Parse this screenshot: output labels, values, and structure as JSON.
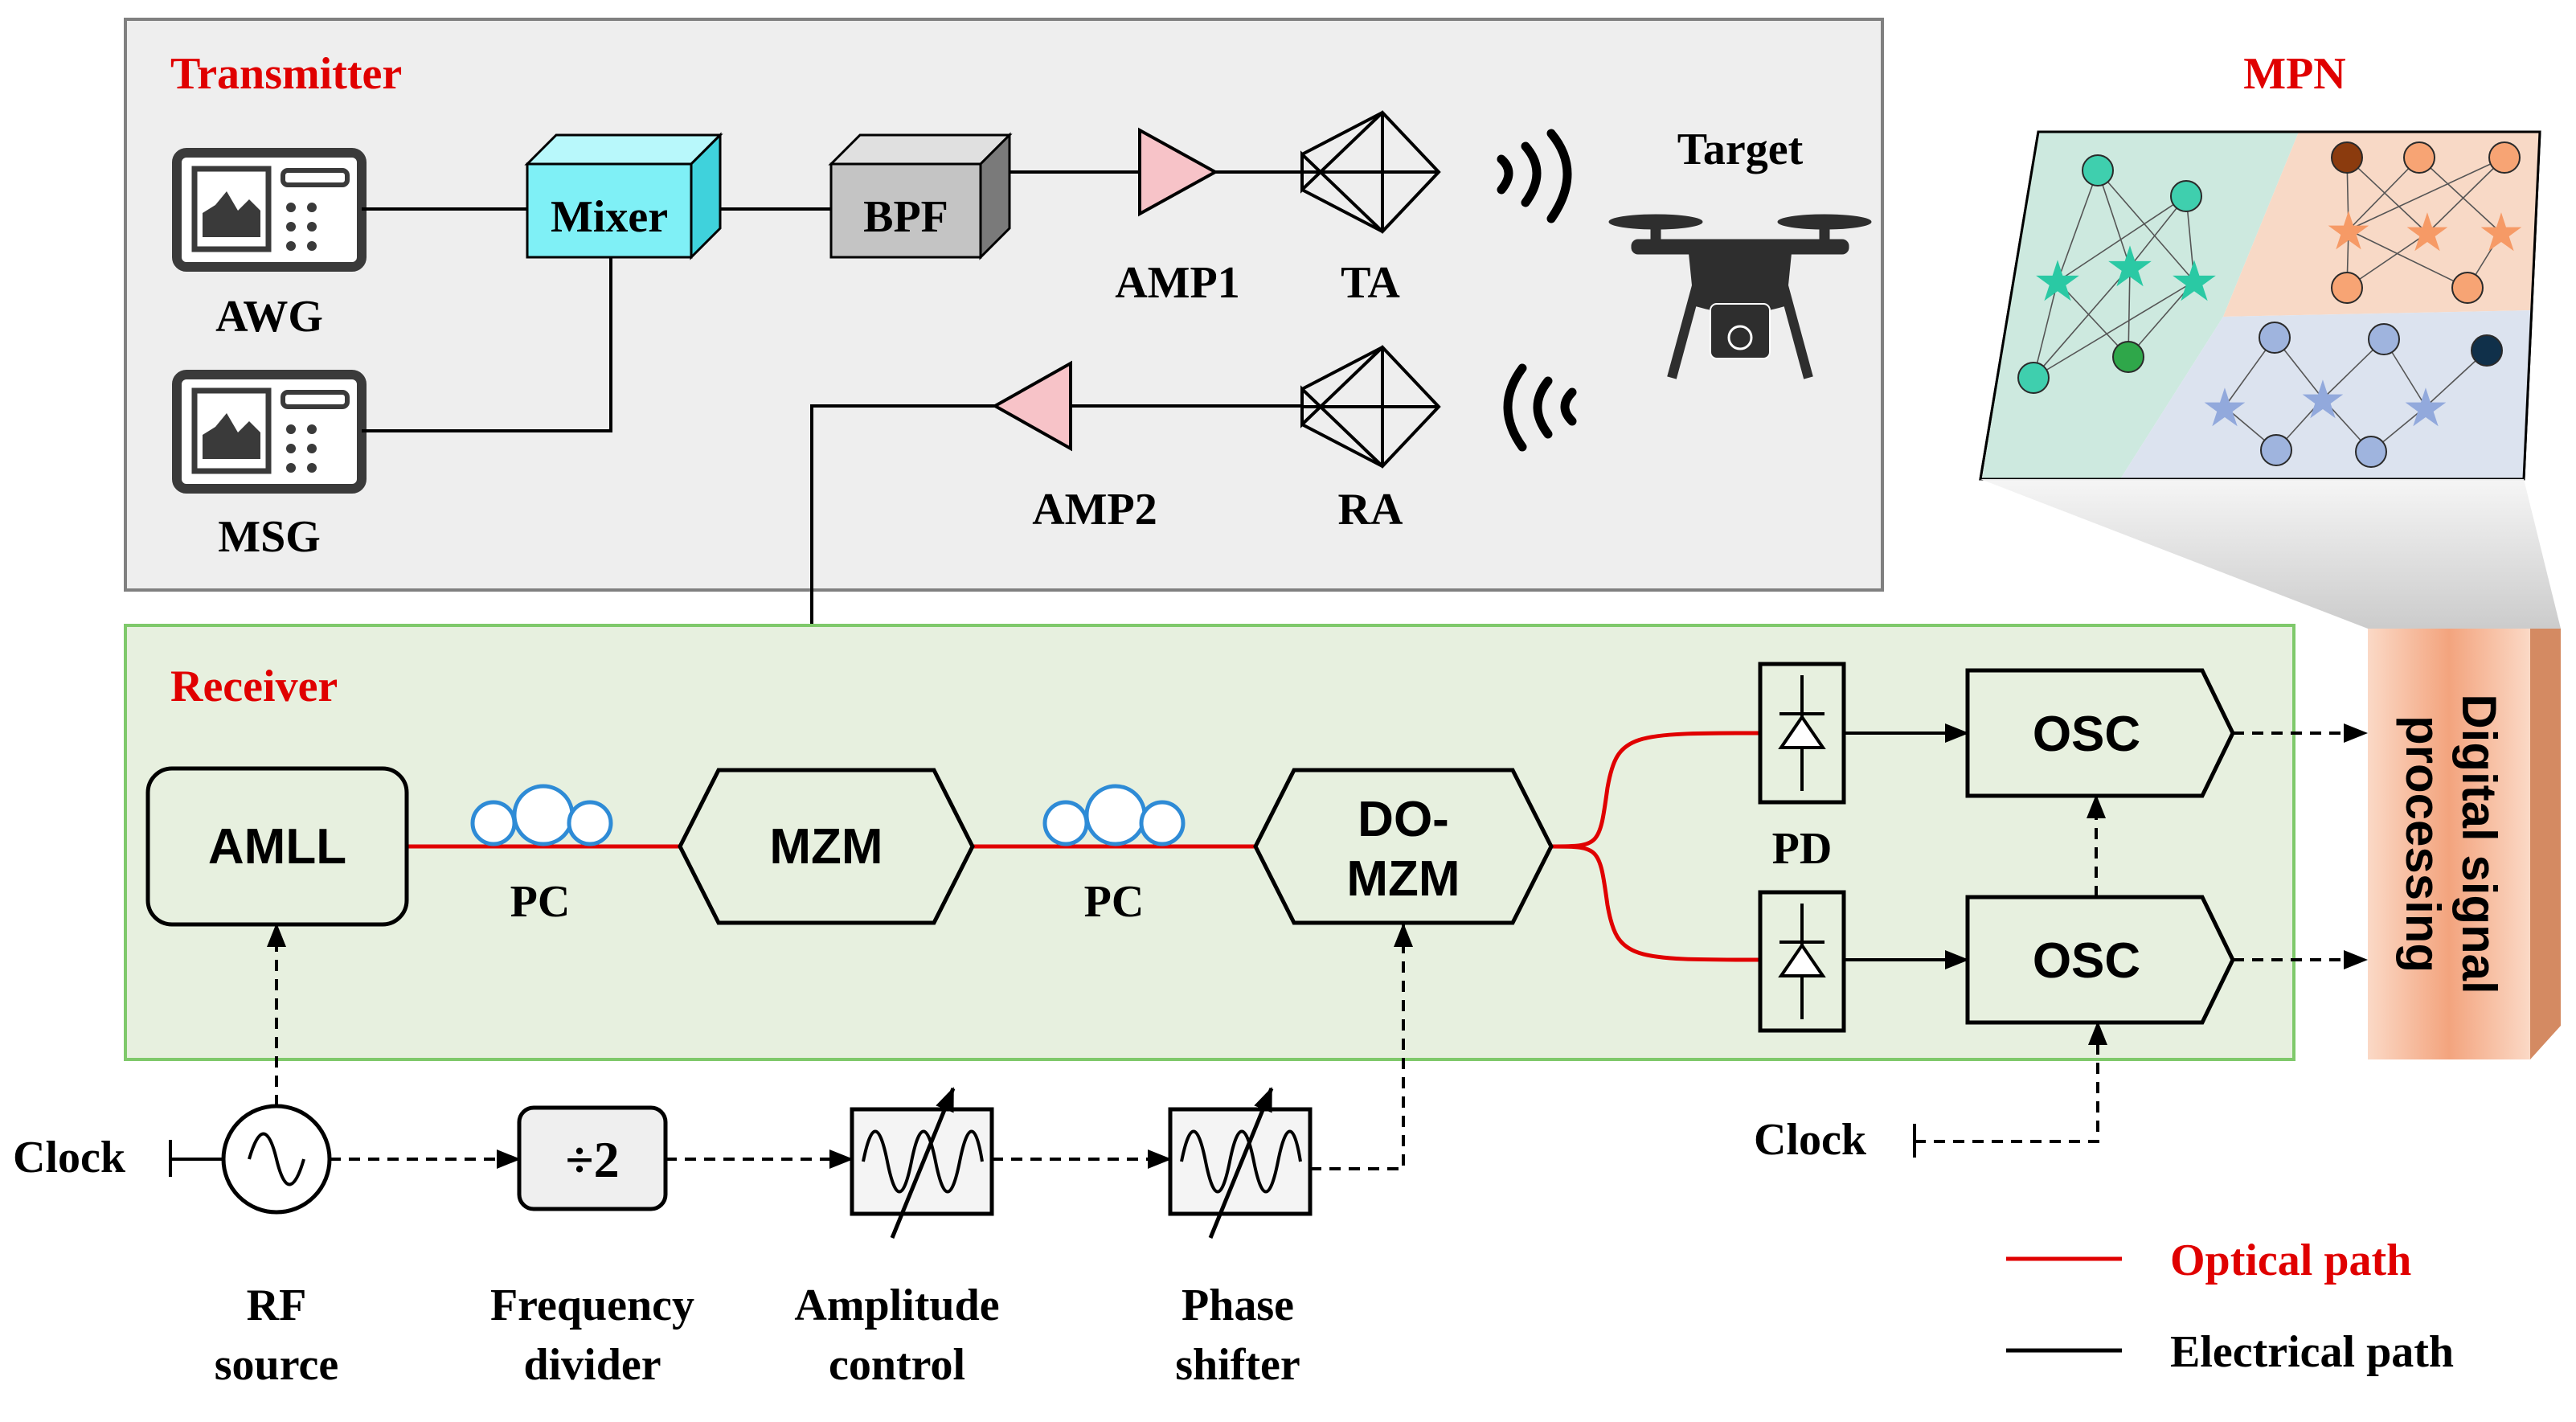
{
  "transmitter": {
    "title": "Transmitter",
    "awg_label": "AWG",
    "msg_label": "MSG",
    "mixer_label": "Mixer",
    "bpf_label": "BPF",
    "amp1_label": "AMP1",
    "amp2_label": "AMP2",
    "ta_label": "TA",
    "ra_label": "RA",
    "target_label": "Target"
  },
  "mpn": {
    "title": "MPN"
  },
  "receiver": {
    "title": "Receiver",
    "amll_label": "AMLL",
    "pc1_label": "PC",
    "pc2_label": "PC",
    "mzm_label": "MZM",
    "domzm_line1": "DO-",
    "domzm_line2": "MZM",
    "pd_label": "PD",
    "osc1_label": "OSC",
    "osc2_label": "OSC"
  },
  "dsp": {
    "line1": "Digital signal",
    "line2": "processing"
  },
  "bottom": {
    "clock_left": "Clock",
    "clock_right": "Clock",
    "divider_symbol": "÷2",
    "rf_line1": "RF",
    "rf_line2": "source",
    "freq_line1": "Frequency",
    "freq_line2": "divider",
    "amp_line1": "Amplitude",
    "amp_line2": "control",
    "phase_line1": "Phase",
    "phase_line2": "shifter"
  },
  "legend": {
    "optical": "Optical path",
    "electrical": "Electrical path"
  },
  "colors": {
    "title_red": "#e00000",
    "optical_red": "#e00000",
    "mixer_cyan": "#7ff0f6",
    "amp_pink": "#f7c3c8",
    "pc_blue": "#2e8bd6",
    "transmitter_bg": "#eeeeee",
    "receiver_bg": "#e7f0df",
    "receiver_border": "#7fc96b",
    "dsp_orange": "#f6b896"
  }
}
